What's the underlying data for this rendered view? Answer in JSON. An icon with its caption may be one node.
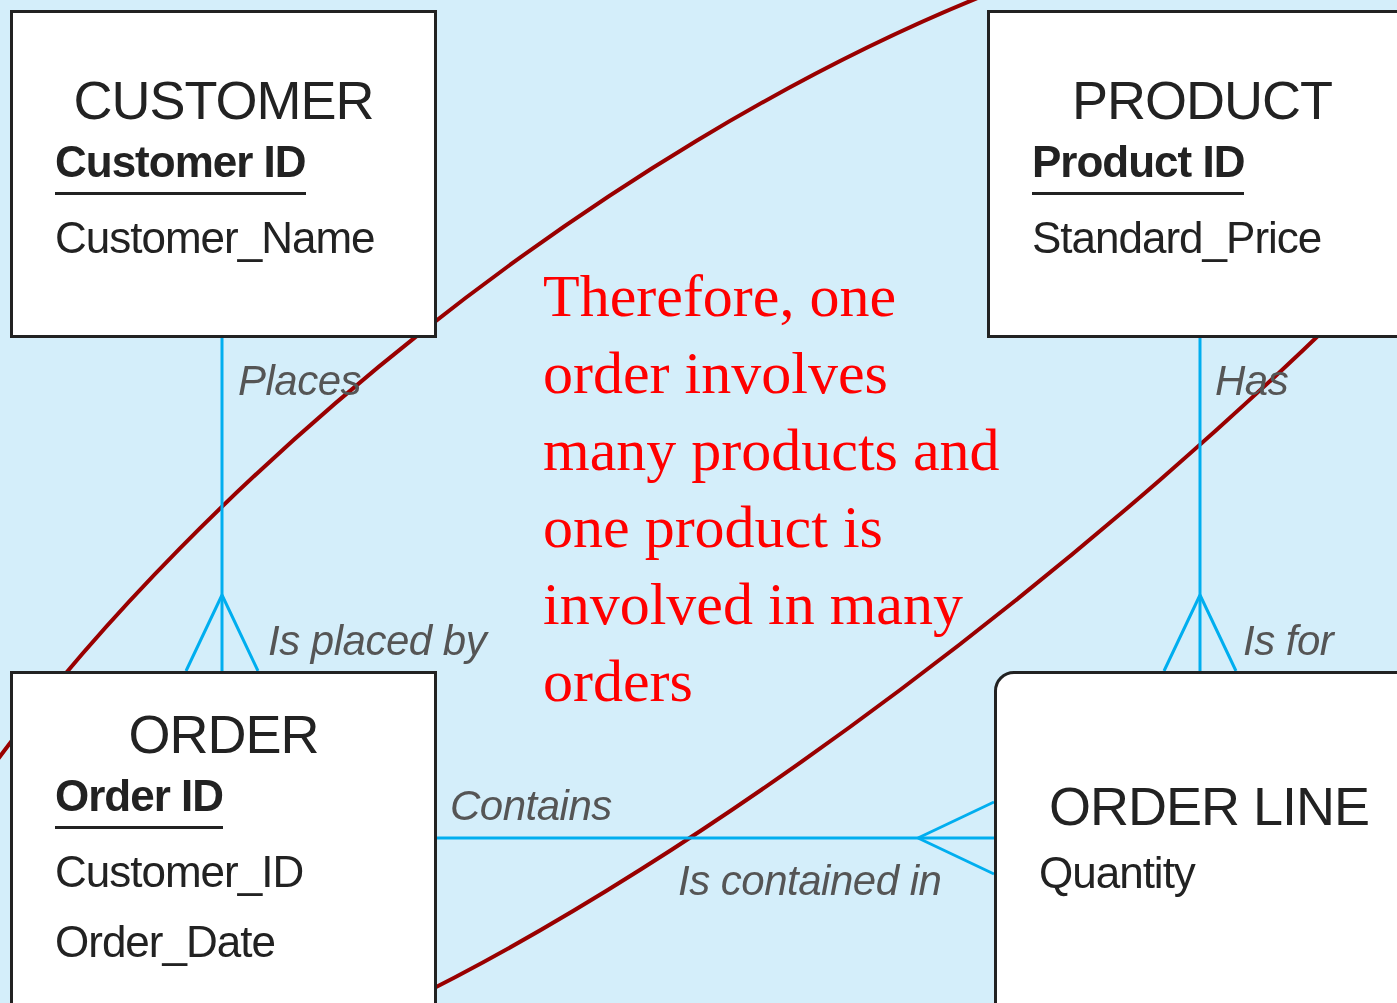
{
  "diagram": {
    "nodes": [
      {
        "text": [
          "CUSTOMER",
          "Customer ID",
          "Customer_Name"
        ]
      },
      {
        "text": [
          "PRODUCT",
          "Product ID",
          "Standard_Price"
        ]
      },
      {
        "text": [
          "ORDER",
          "Order ID",
          "Customer_ID",
          "Order_Date"
        ]
      },
      {
        "text": [
          "ORDER LINE",
          "Quantity"
        ]
      }
    ],
    "edges": [
      {
        "from": 0,
        "to": 2,
        "arrow": "other",
        "label": "Places"
      },
      {
        "from": 1,
        "to": 3,
        "arrow": "other",
        "label": "Has"
      },
      {
        "from": 2,
        "to": 3,
        "arrow": "other",
        "label": "Contains"
      }
    ],
    "labels": [
      "Therefore, one order involves many products and one product is involved in many orders",
      "Is placed by",
      "Is for",
      "Is contained in"
    ]
  }
}
